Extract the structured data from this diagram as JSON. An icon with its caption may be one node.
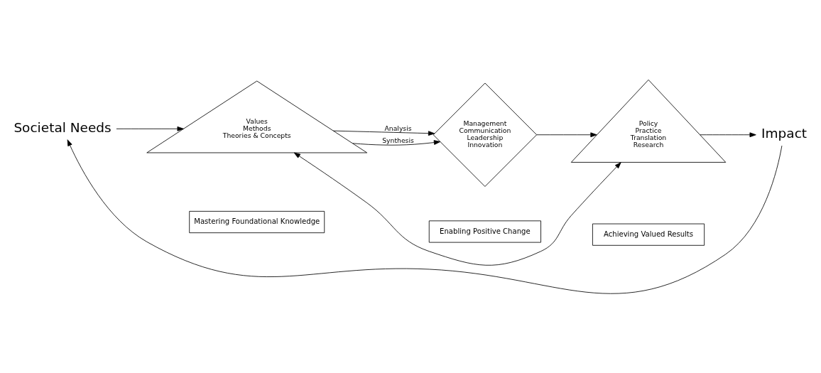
{
  "diagram": {
    "nodes": [
      {
        "text": [
          "Societal Needs"
        ]
      },
      {
        "text": [
          "Values",
          "Methods",
          "Theories & Concepts"
        ]
      },
      {
        "text": [
          "Management",
          "Communication",
          "Leadership",
          "Innovation"
        ]
      },
      {
        "text": [
          "Policy",
          "Practice",
          "Translation",
          "Research"
        ]
      },
      {
        "text": [
          "Impact"
        ]
      },
      {
        "text": [
          "Mastering Foundational Knowledge"
        ]
      },
      {
        "text": [
          "Enabling Positive Change"
        ]
      },
      {
        "text": [
          "Achieving Valued Results"
        ]
      }
    ],
    "edges": [
      {
        "from": 0,
        "to": 1,
        "arrow": "to"
      },
      {
        "from": 1,
        "to": 2,
        "arrow": "to",
        "label": "Analysis"
      },
      {
        "from": 1,
        "to": 2,
        "arrow": "to",
        "label": "Synthesis"
      },
      {
        "from": 2,
        "to": 3,
        "arrow": "to"
      },
      {
        "from": 3,
        "to": 4,
        "arrow": "to"
      },
      {
        "from": 4,
        "to": 0,
        "arrow": "to"
      },
      {
        "from": 1,
        "to": 3,
        "arrow": "both"
      }
    ]
  }
}
